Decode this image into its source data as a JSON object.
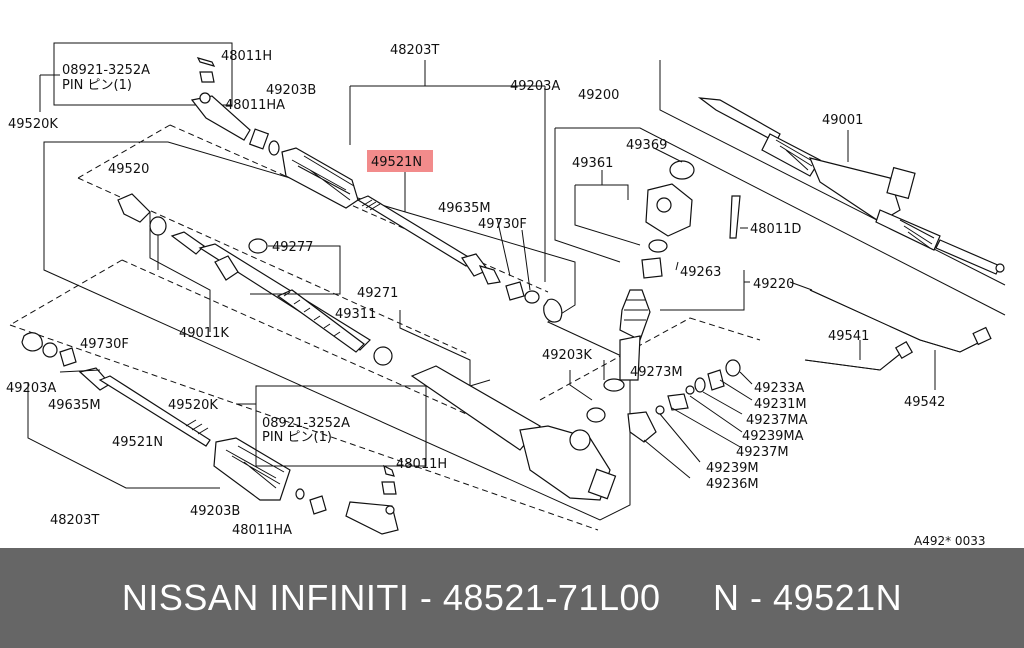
{
  "diagram": {
    "labels": {
      "p48203T_top": "48203T",
      "p48011H_top": "48011H",
      "p08921_top": "08921-3252A",
      "pin_top": "PIN ピン(1)",
      "p49520K_top": "49520K",
      "p49203B_top": "49203B",
      "p48011HA_top": "48011HA",
      "p49203A_top": "49203A",
      "p49200": "49200",
      "p49001": "49001",
      "p49521N_hl": "49521N",
      "p49369": "49369",
      "p49361": "49361",
      "p49520": "49520",
      "p49635M_top": "49635M",
      "p49730F_top": "49730F",
      "p48011D": "48011D",
      "p49277": "49277",
      "p49263": "49263",
      "p49220": "49220",
      "p49271": "49271",
      "p49311": "49311",
      "p49011K": "49011K",
      "p49541": "49541",
      "p49730F_bot": "49730F",
      "p49203K": "49203K",
      "p49273M": "49273M",
      "p49203A_bot": "49203A",
      "p49233A": "49233A",
      "p49635M_bot": "49635M",
      "p49542": "49542",
      "p49520K_bot": "49520K",
      "p49231M": "49231M",
      "p08921_bot": "08921-3252A",
      "p49237MA": "49237MA",
      "pin_bot": "PIN ピン(1)",
      "p49239MA": "49239MA",
      "p49521N_bot": "49521N",
      "p49237M": "49237M",
      "p48011H_bot": "48011H",
      "p49239M": "49239M",
      "p49236M": "49236M",
      "p49203B_bot": "49203B",
      "p48203T_bot": "48203T",
      "p48011HA_bot": "48011HA",
      "code": "A492* 0033"
    },
    "highlight_color": "#f28b8b",
    "line_color": "#111111"
  },
  "footer": {
    "caption": "NISSAN INFINITI - 48521-71L00     N - 49521N",
    "background": "#666666",
    "text_color": "#ffffff"
  }
}
